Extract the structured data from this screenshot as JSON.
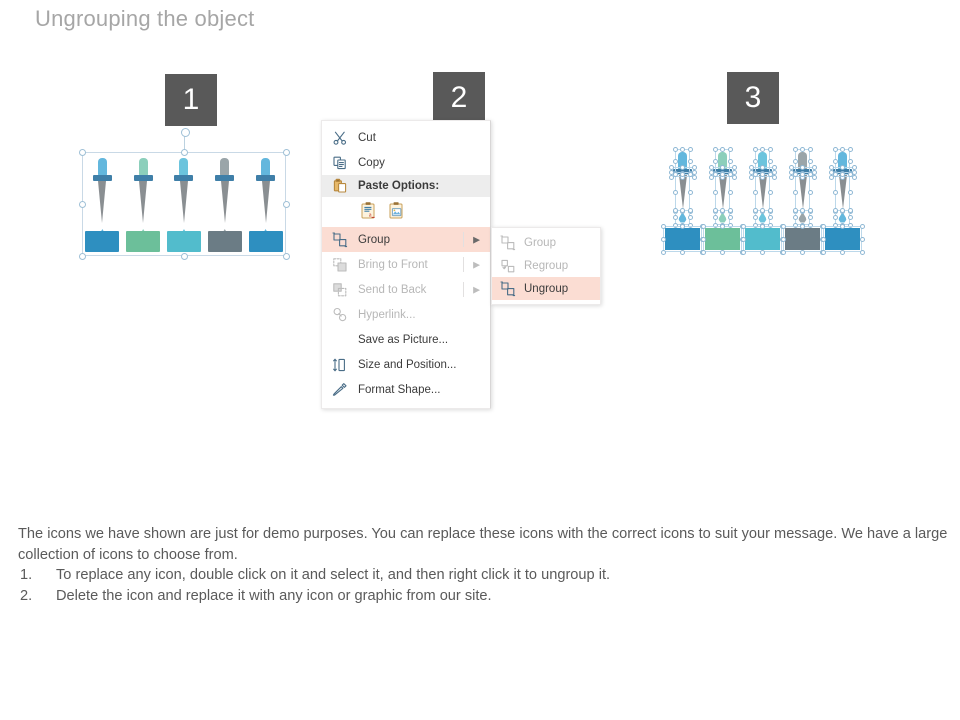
{
  "slide": {
    "title": "Ungrouping the object"
  },
  "steps": [
    {
      "number": "1",
      "name": "grouped-object"
    },
    {
      "number": "2",
      "name": "context-menu"
    },
    {
      "number": "3",
      "name": "ungrouped-object"
    }
  ],
  "illustration": {
    "icon_name": "dropper-icon",
    "collar_color": "#3f7fa8",
    "stem_color": "#8a8f92",
    "items": [
      {
        "bulb_color": "#63b7dd",
        "drop_color": "#63b7dd",
        "bar_color": "#2e8fc0"
      },
      {
        "bulb_color": "#8ccfbb",
        "drop_color": "#8ccfbb",
        "bar_color": "#6cbf9a"
      },
      {
        "bulb_color": "#6cc4dd",
        "drop_color": "#6cc4dd",
        "bar_color": "#52bccc"
      },
      {
        "bulb_color": "#9aa5a9",
        "drop_color": "#9aa5a9",
        "bar_color": "#6b7c85"
      },
      {
        "bulb_color": "#63b7dd",
        "drop_color": "#63b7dd",
        "bar_color": "#2e8fc0"
      }
    ]
  },
  "context_menu": {
    "items": [
      {
        "label": "Cut",
        "icon": "scissors-icon",
        "state": "enabled",
        "submenu": false
      },
      {
        "label": "Copy",
        "icon": "copy-icon",
        "state": "enabled",
        "submenu": false
      },
      {
        "label": "Group",
        "icon": "group-icon",
        "state": "highlighted",
        "submenu": true
      },
      {
        "label": "Bring to Front",
        "icon": "bring-to-front-icon",
        "state": "disabled",
        "submenu": true
      },
      {
        "label": "Send to Back",
        "icon": "send-to-back-icon",
        "state": "disabled",
        "submenu": true
      },
      {
        "label": "Hyperlink...",
        "icon": "hyperlink-icon",
        "state": "disabled",
        "submenu": false
      },
      {
        "label": "Save as Picture...",
        "icon": "none",
        "state": "enabled",
        "submenu": false
      },
      {
        "label": "Size and Position...",
        "icon": "size-position-icon",
        "state": "enabled",
        "submenu": false
      },
      {
        "label": "Format Shape...",
        "icon": "format-shape-icon",
        "state": "enabled",
        "submenu": false
      }
    ],
    "paste_options": {
      "label": "Paste Options:",
      "icon": "clipboard-icon",
      "buttons": [
        {
          "name": "paste-keep-text-icon"
        },
        {
          "name": "paste-picture-icon"
        }
      ]
    },
    "highlight_color": "#fbddd3"
  },
  "submenu": {
    "items": [
      {
        "label": "Group",
        "icon": "group-icon",
        "state": "disabled"
      },
      {
        "label": "Regroup",
        "icon": "regroup-icon",
        "state": "disabled"
      },
      {
        "label": "Ungroup",
        "icon": "ungroup-icon",
        "state": "highlighted"
      }
    ]
  },
  "footer": {
    "paragraph": "The icons we have shown are just for demo purposes. You can replace these icons with the correct icons to suit your message. We have a large collection of icons to choose from.",
    "list": [
      {
        "num": "1.",
        "text": "To replace any icon, double click on it and select it, and then right click it to ungroup it."
      },
      {
        "num": "2.",
        "text": "Delete the icon and replace it with any icon or graphic from our site."
      }
    ]
  }
}
